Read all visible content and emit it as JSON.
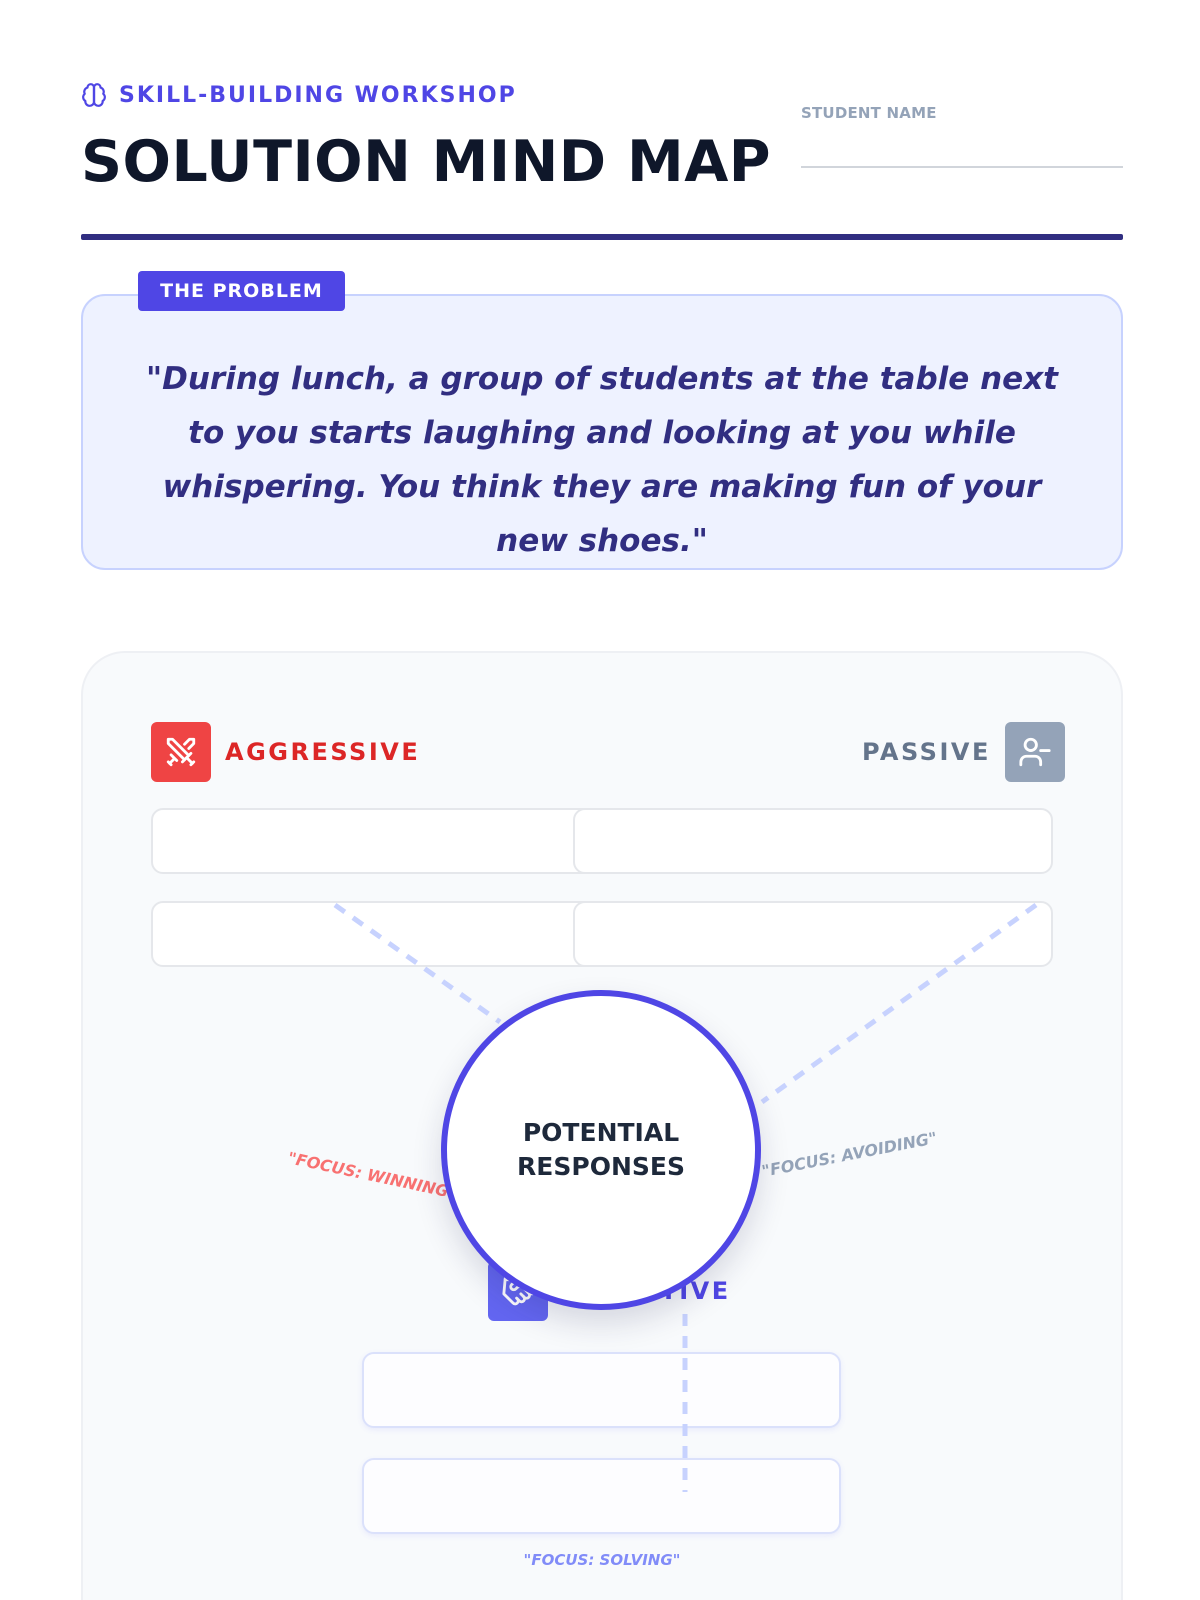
{
  "header": {
    "eyebrow": "SKILL-BUILDING WORKSHOP",
    "eyebrow_icon": "brain-icon",
    "title": "SOLUTION MIND MAP",
    "student_label": "STUDENT NAME"
  },
  "problem": {
    "badge": "THE PROBLEM",
    "text": "\"During lunch, a group of students at the table next to you starts laughing and looking at you while whispering. You think they are making fun of your new shoes.\""
  },
  "mind_map": {
    "center_label": "POTENTIAL\nRESPONSES",
    "categories": [
      {
        "label": "AGGRESSIVE",
        "icon": "crossed-swords-icon",
        "color": "#ef4444",
        "focus": "\"FOCUS: WINNING\""
      },
      {
        "label": "PASSIVE",
        "icon": "user-minus-icon",
        "color": "#94a3b8",
        "focus": "\"FOCUS: AVOIDING\""
      },
      {
        "label": "ASSERTIVE",
        "icon": "handshake-icon",
        "color": "#6366f1",
        "focus": "\"FOCUS: SOLVING\""
      }
    ]
  },
  "colors": {
    "accent": "#4f46e5",
    "navy": "#312e81",
    "aggressive": "#ef4444",
    "passive": "#94a3b8",
    "problem_bg": "#eef2ff"
  }
}
